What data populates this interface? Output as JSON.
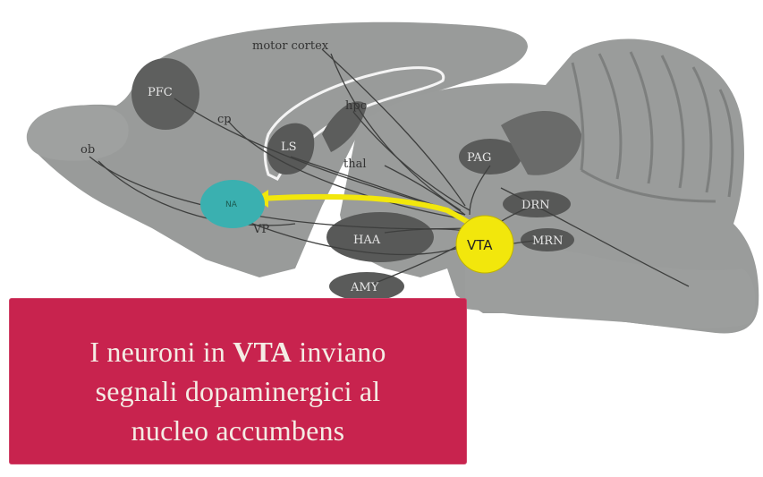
{
  "diagram": {
    "regions": {
      "motor_cortex": "motor cortex",
      "pfc": "PFC",
      "cp": "cp",
      "ob": "ob",
      "hpc": "hpc",
      "ls": "LS",
      "thal": "thal",
      "pag": "PAG",
      "drn": "DRN",
      "mrn": "MRN",
      "vp": "VP",
      "haa": "HAA",
      "amy": "AMY",
      "na": "NA",
      "vta": "VTA"
    },
    "colors": {
      "brain": "#9a9c9b",
      "region_dark": "#5a5b5a",
      "na": "#3ab0b0",
      "vta": "#f2e70c",
      "pathway": "#f2e70c",
      "caption_bg": "#c8234e"
    }
  },
  "caption": {
    "line1_pre": "I neuroni in ",
    "line1_bold": "VTA",
    "line1_post": " inviano",
    "line2": "segnali dopaminergici al",
    "line3": "nucleo accumbens"
  }
}
